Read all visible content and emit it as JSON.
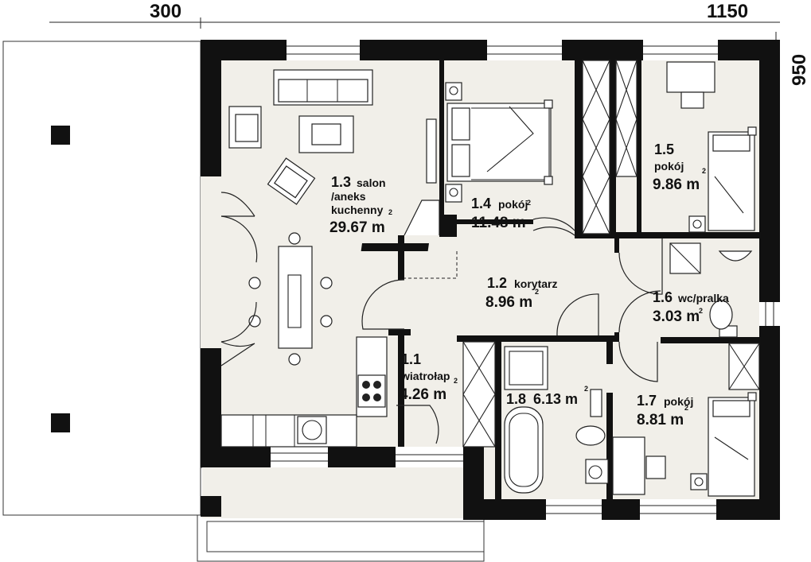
{
  "dimensions": {
    "left_width": "300",
    "right_width": "1150",
    "depth": "950"
  },
  "rooms": [
    {
      "id": "1.1",
      "name": "wiatrołap",
      "area": "4.26 m",
      "sup": "2"
    },
    {
      "id": "1.2",
      "name": "korytarz",
      "area": "8.96 m",
      "sup": "2"
    },
    {
      "id": "1.3",
      "name": "salon",
      "name2": "/aneks",
      "name3": "kuchenny",
      "area": "29.67 m",
      "sup": "2"
    },
    {
      "id": "1.4",
      "name": "pokój",
      "area": "11.48 m",
      "sup": "2"
    },
    {
      "id": "1.5",
      "name": "pokój",
      "area": "9.86 m",
      "sup": "2"
    },
    {
      "id": "1.6",
      "name": "wc/pralka",
      "area": "3.03 m",
      "sup": "2"
    },
    {
      "id": "1.7",
      "name": "pokój",
      "area": "8.81 m",
      "sup": "2"
    },
    {
      "id": "1.8",
      "name": "",
      "area": "6.13 m",
      "sup": "2"
    }
  ],
  "colors": {
    "wall": "#111111",
    "floor": "#f1efe9",
    "line": "#222222"
  }
}
